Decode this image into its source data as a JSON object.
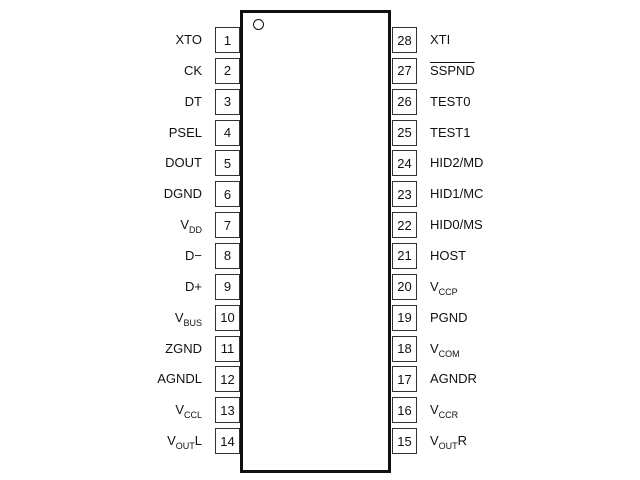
{
  "diagram": {
    "left_pins": [
      {
        "num": "1",
        "name": "XTO"
      },
      {
        "num": "2",
        "name": "CK"
      },
      {
        "num": "3",
        "name": "DT"
      },
      {
        "num": "4",
        "name": "PSEL"
      },
      {
        "num": "5",
        "name": "DOUT"
      },
      {
        "num": "6",
        "name": "DGND"
      },
      {
        "num": "7",
        "name": "V",
        "sub": "DD"
      },
      {
        "num": "8",
        "name": "D−"
      },
      {
        "num": "9",
        "name": "D+"
      },
      {
        "num": "10",
        "name": "V",
        "sub": "BUS"
      },
      {
        "num": "11",
        "name": "ZGND"
      },
      {
        "num": "12",
        "name": "AGNDL"
      },
      {
        "num": "13",
        "name": "V",
        "sub": "CCL"
      },
      {
        "num": "14",
        "name": "V",
        "sub": "OUT",
        "suffix": "L"
      }
    ],
    "right_pins": [
      {
        "num": "28",
        "name": "XTI"
      },
      {
        "num": "27",
        "name": "SSPND",
        "overline": true
      },
      {
        "num": "26",
        "name": "TEST0"
      },
      {
        "num": "25",
        "name": "TEST1"
      },
      {
        "num": "24",
        "name": "HID2/MD"
      },
      {
        "num": "23",
        "name": "HID1/MC"
      },
      {
        "num": "22",
        "name": "HID0/MS"
      },
      {
        "num": "21",
        "name": "HOST"
      },
      {
        "num": "20",
        "name": "V",
        "sub": "CCP"
      },
      {
        "num": "19",
        "name": "PGND"
      },
      {
        "num": "18",
        "name": "V",
        "sub": "COM"
      },
      {
        "num": "17",
        "name": "AGNDR"
      },
      {
        "num": "16",
        "name": "V",
        "sub": "CCR"
      },
      {
        "num": "15",
        "name": "V",
        "sub": "OUT",
        "suffix": "R"
      }
    ]
  }
}
